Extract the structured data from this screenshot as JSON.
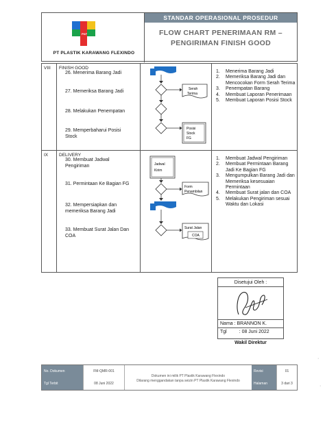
{
  "header": {
    "band": "STANDAR OPERASIONAL PROSEDUR",
    "title_line1": "FLOW CHART PENERIMAAN RM –",
    "title_line2": "PENGIRIMAN FINISH GOOD",
    "company": "PT PLASTIK KARAWANG FLEXINDO",
    "logo_text": "PKF"
  },
  "sections": [
    {
      "number": "VIII",
      "title": "FINISH GOOD",
      "steps": [
        "26. Menerima Barang Jadi",
        "27. Memeriksa Barang Jadi",
        "28. Melakukan Penempatan",
        "29. Memperbaharui Posisi Stock"
      ],
      "flow_labels": {
        "serah_terima_1": "Serah",
        "serah_terima_2": "Terima",
        "posisi_stock_1": "Posisi",
        "posisi_stock_2": "Stock",
        "posisi_stock_3": "FG"
      },
      "notes": [
        {
          "n": "1.",
          "text": "Menerima Barang Jadi"
        },
        {
          "n": "2.",
          "text": "Memeriksa Barang Jadi dan Mencocokan Form Serah Terima"
        },
        {
          "n": "3.",
          "text": "Penempatan Barang"
        },
        {
          "n": "4.",
          "text": "Membuat Laporan Penerimaan"
        },
        {
          "n": "5.",
          "text": "Membuat Laporan Posisi Stock"
        }
      ]
    },
    {
      "number": "IX",
      "title": "DELIVERY",
      "steps": [
        "30. Membuat Jadwal Pengiriman",
        "31. Permintaan Ke Bagian FG",
        "32. Mempersiapkan dan memeriksa Barang Jadi",
        "33. Membuat Surat Jalan Dan COA"
      ],
      "flow_labels": {
        "jadwal_kirim_1": "Jadwal",
        "jadwal_kirim_2": "Kirim",
        "form_1": "Form",
        "form_2": "Penambilan",
        "surat_jalan": "Surat Jalan",
        "coa": "COA"
      },
      "notes": [
        {
          "n": "1.",
          "text": "Membuat Jadwal Pengiriman"
        },
        {
          "n": "2.",
          "text": "Membuat Permintaan Barang Jadi Ke Bagian FG"
        },
        {
          "n": "3.",
          "text": "Mengumpulkan Barang Jadi dan Memeriksa kesesuaian Permintaan"
        },
        {
          "n": "4.",
          "text": "Membuat Surat jalan dan COA"
        },
        {
          "n": "5.",
          "text": "Melakukan Pengiriman sesuai Waktu dan Lokasi"
        }
      ]
    }
  ],
  "approval": {
    "head": "Disetujui Oleh :",
    "name": "Nama : BRANNON K.",
    "date_label": "Tgl",
    "date_value": ": 08 Juni 2022",
    "role": "Wakil Direktur"
  },
  "footer": {
    "doc_label": "No. Dokumen",
    "doc_value": "FM-QMR-001",
    "date_label": "Tgl Terbit",
    "date_value": "08 Juni 2022",
    "note_line1": "Dokumen ini milik PT Plastik Karawang Flexindo",
    "note_line2": "Dilarang menggandakan tanpa seizin PT Plastik Karawang Flexindo",
    "rev_label": "Revisi",
    "rev_value": "01",
    "page_label": "Halaman",
    "page_value": "3 dari 3"
  },
  "colors": {
    "band": "#7a8b99",
    "flow_blue": "#1f6fc4"
  }
}
